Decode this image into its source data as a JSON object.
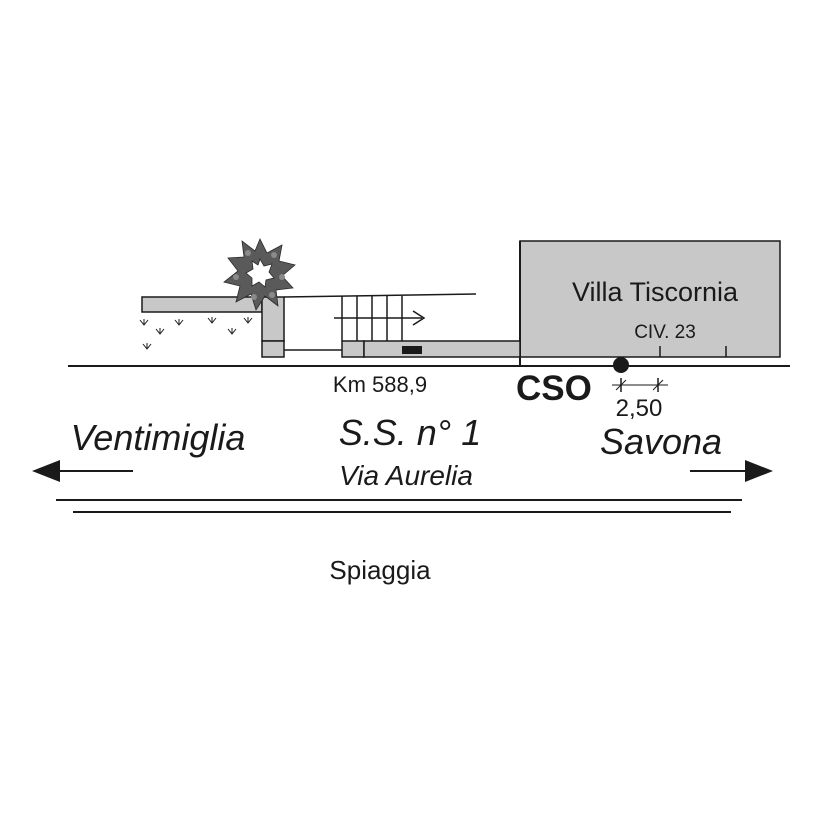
{
  "building": {
    "name": "Villa Tiscornia",
    "civic": "CIV. 23",
    "fill": "#c8c8c8"
  },
  "marker": {
    "label": "CSO",
    "distance": "2,50"
  },
  "road": {
    "km": "Km 588,9",
    "name": "S.S. n° 1",
    "street": "Via Aurelia"
  },
  "directions": {
    "west": "Ventimiglia",
    "east": "Savona"
  },
  "beach": "Spiaggia",
  "colors": {
    "ink": "#1a1a1a",
    "gray": "#c8c8c8",
    "tree": "#5a5a5a"
  }
}
